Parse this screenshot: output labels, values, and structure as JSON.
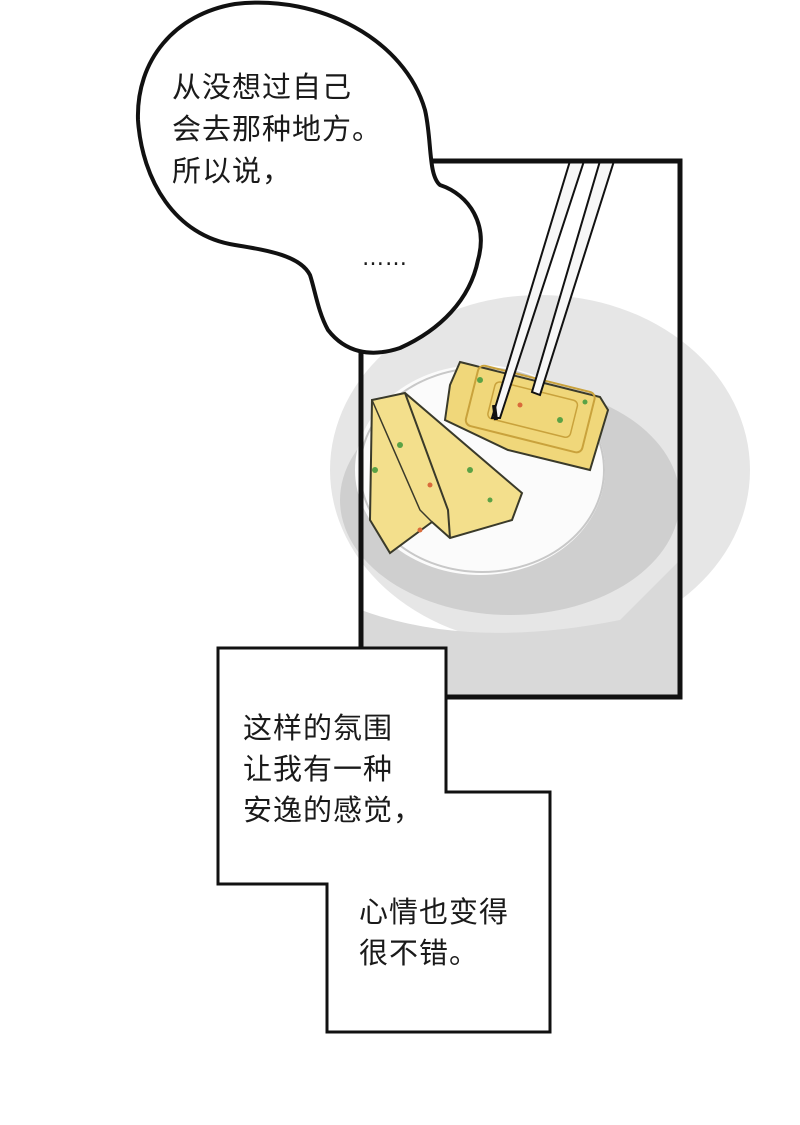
{
  "speech_bubble": {
    "lines": [
      "从没想过自己",
      "会去那种地方。",
      "所以说，"
    ],
    "trailing": "……"
  },
  "caption_box": {
    "lines": [
      "这样的氛围",
      "让我有一种",
      "安逸的感觉，",
      "心情也变得",
      "很不错。"
    ]
  },
  "colors": {
    "ink": "#111111",
    "plate": "#f2f2f2",
    "egg": "#f3df8c",
    "egg_dark": "#e9c95c",
    "herb": "#5aa245",
    "accent_red": "#d96a3a"
  }
}
